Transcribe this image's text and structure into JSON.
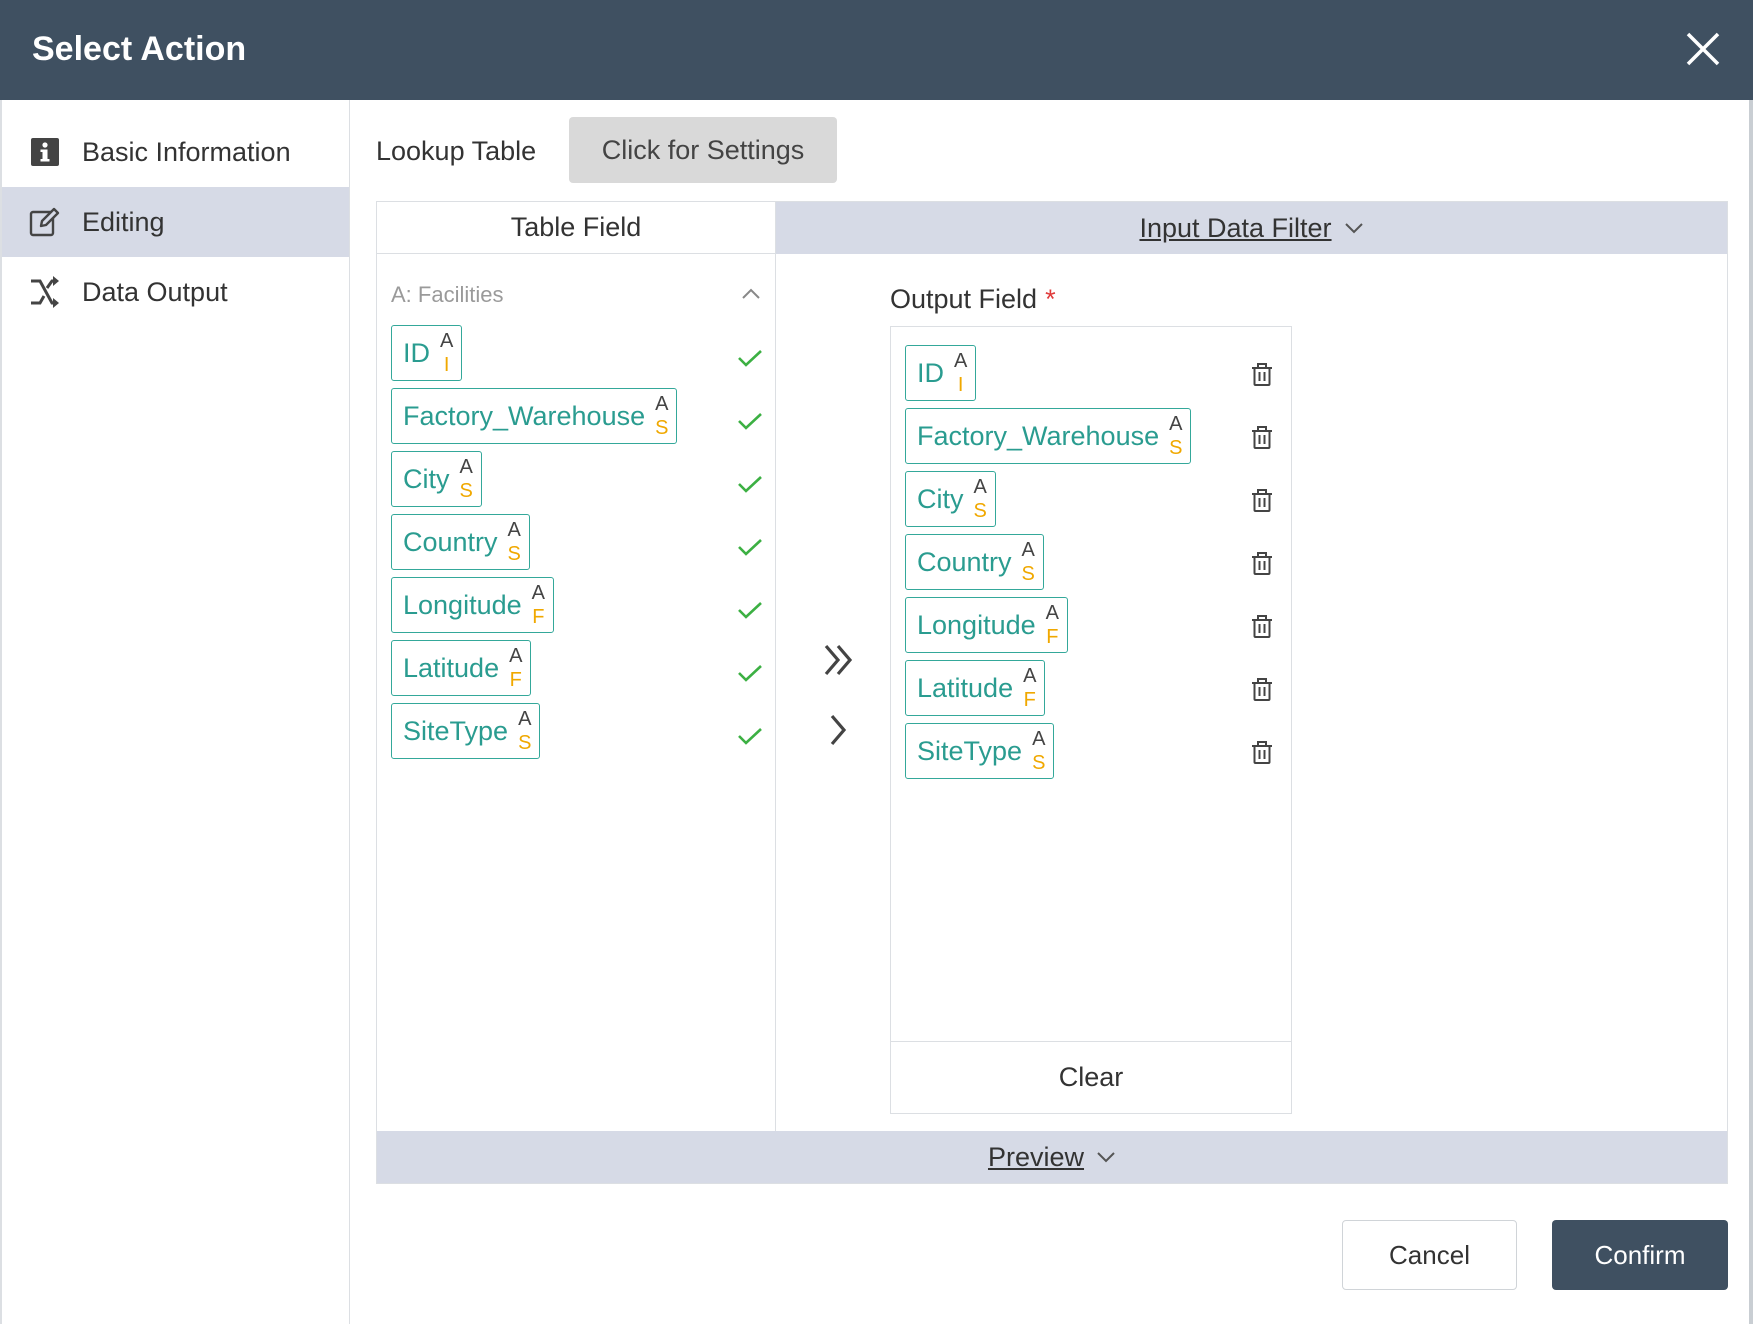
{
  "dialog": {
    "title": "Select Action"
  },
  "colors": {
    "header": "#3f5061",
    "accent": "#2a9c90",
    "type_badge": "#f0a800",
    "check": "#3cb043",
    "active_bg": "#d6dae6",
    "required": "#e03b3b"
  },
  "sidebar": {
    "items": [
      {
        "label": "Basic Information",
        "icon": "info-icon",
        "active": false
      },
      {
        "label": "Editing",
        "icon": "edit-icon",
        "active": true
      },
      {
        "label": "Data Output",
        "icon": "shuffle-icon",
        "active": false
      }
    ]
  },
  "lookup": {
    "label": "Lookup Table",
    "settings_button": "Click for Settings"
  },
  "table_field": {
    "header": "Table Field",
    "group": "A: Facilities",
    "fields": [
      {
        "name": "ID",
        "source": "A",
        "type": "I"
      },
      {
        "name": "Factory_Warehouse",
        "source": "A",
        "type": "S"
      },
      {
        "name": "City",
        "source": "A",
        "type": "S"
      },
      {
        "name": "Country",
        "source": "A",
        "type": "S"
      },
      {
        "name": "Longitude",
        "source": "A",
        "type": "F"
      },
      {
        "name": "Latitude",
        "source": "A",
        "type": "F"
      },
      {
        "name": "SiteType",
        "source": "A",
        "type": "S"
      }
    ]
  },
  "input_filter": {
    "label": "Input Data Filter"
  },
  "output_field": {
    "label": "Output Field",
    "required_mark": "*",
    "fields": [
      {
        "name": "ID",
        "source": "A",
        "type": "I"
      },
      {
        "name": "Factory_Warehouse",
        "source": "A",
        "type": "S"
      },
      {
        "name": "City",
        "source": "A",
        "type": "S"
      },
      {
        "name": "Country",
        "source": "A",
        "type": "S"
      },
      {
        "name": "Longitude",
        "source": "A",
        "type": "F"
      },
      {
        "name": "Latitude",
        "source": "A",
        "type": "F"
      },
      {
        "name": "SiteType",
        "source": "A",
        "type": "S"
      }
    ],
    "clear_button": "Clear"
  },
  "preview": {
    "label": "Preview"
  },
  "footer": {
    "cancel": "Cancel",
    "confirm": "Confirm"
  }
}
